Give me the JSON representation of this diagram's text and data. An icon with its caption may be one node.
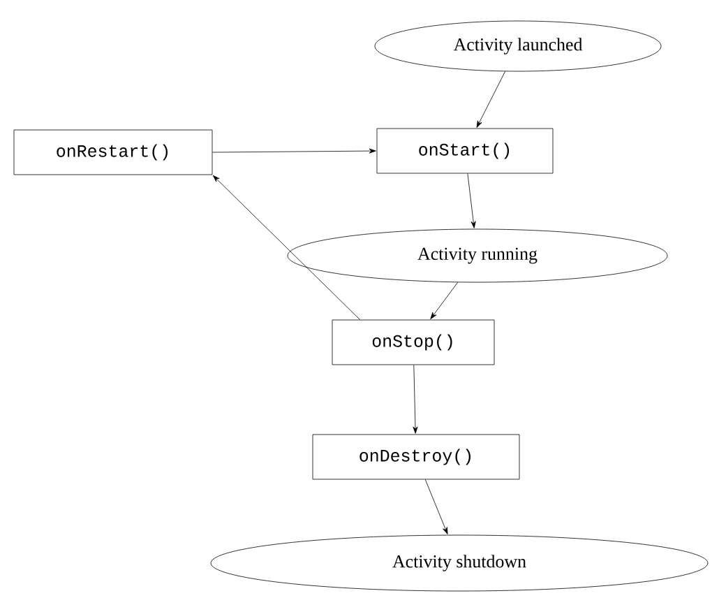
{
  "diagram": {
    "nodes": [
      {
        "text": [
          "Activity launched"
        ]
      },
      {
        "text": [
          "onRestart()"
        ]
      },
      {
        "text": [
          "onStart()"
        ]
      },
      {
        "text": [
          "Activity running"
        ]
      },
      {
        "text": [
          "onStop()"
        ]
      },
      {
        "text": [
          "onDestroy()"
        ]
      },
      {
        "text": [
          "Activity shutdown"
        ]
      }
    ],
    "edges": [
      {
        "from": 0,
        "to": 2,
        "arrow": "to"
      },
      {
        "from": 2,
        "to": 3,
        "arrow": "to"
      },
      {
        "from": 3,
        "to": 4,
        "arrow": "to"
      },
      {
        "from": 4,
        "to": 1,
        "arrow": "to"
      },
      {
        "from": 1,
        "to": 2,
        "arrow": "to"
      },
      {
        "from": 4,
        "to": 5,
        "arrow": "to"
      },
      {
        "from": 5,
        "to": 6,
        "arrow": "to"
      }
    ]
  }
}
